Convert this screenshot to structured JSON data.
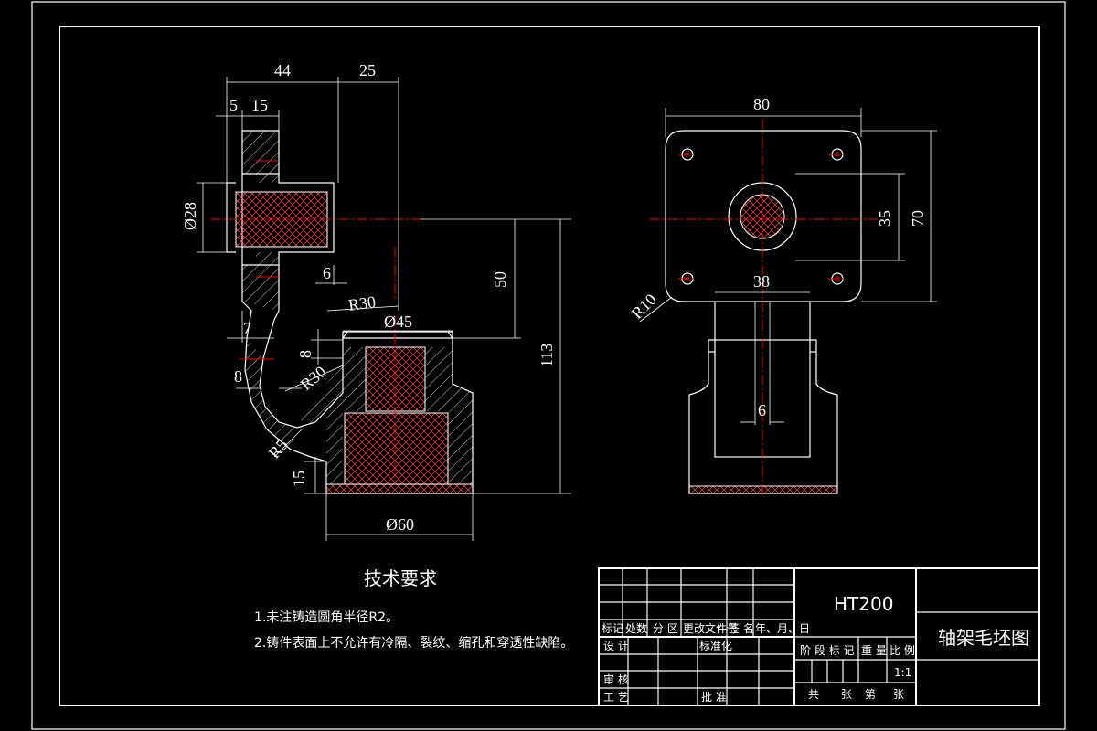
{
  "dimensions": {
    "d44": "44",
    "d25": "25",
    "d5": "5",
    "d15a": "15",
    "dia28": "Ø28",
    "d6a": "6",
    "r30a": "R30",
    "d7": "7",
    "dia45": "Ø45",
    "d8a": "8",
    "r30b": "R30",
    "d8b": "8",
    "r5": "R5",
    "d15b": "15",
    "dia60": "Ø60",
    "d50": "50",
    "d113": "113",
    "d80": "80",
    "d35": "35",
    "d70": "70",
    "d38": "38",
    "r10": "R10",
    "d6b": "6"
  },
  "tech": {
    "title": "技术要求",
    "item1": "1.未注铸造圆角半径R2。",
    "item2": "2.铸件表面上不允许有冷隔、裂纹、缩孔和穿透性缺陷。"
  },
  "titleblock": {
    "material": "HT200",
    "drawing_name": "轴架毛坯图",
    "h_mark": "标记",
    "h_count": "处数",
    "h_zone": "分 区",
    "h_docno": "更改文件号",
    "h_sign": "签 名",
    "h_date": "年、月、日",
    "design": "设 计",
    "standard": "标准化",
    "stage_mark": "阶 段 标 记",
    "weight": "重 量",
    "scale_label": "比 例",
    "scale": "1:1",
    "review": "审 核",
    "process": "工 艺",
    "approve": "批 准",
    "total": "共",
    "sheet1": "张",
    "page": "第",
    "sheet2": "张"
  }
}
